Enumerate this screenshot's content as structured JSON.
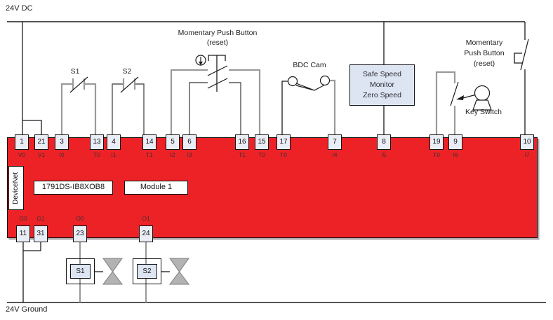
{
  "labels": {
    "rail_top": "24V DC",
    "rail_bottom": "24V Ground"
  },
  "module": {
    "network": "DeviceNet",
    "part_number": "1791DS-IB8XOB8",
    "name": "Module 1"
  },
  "top_terminals": [
    {
      "num": "1",
      "pin": "V0"
    },
    {
      "num": "21",
      "pin": "V1"
    },
    {
      "num": "3",
      "pin": "I0"
    },
    {
      "num": "13",
      "pin": "T0"
    },
    {
      "num": "4",
      "pin": "I1"
    },
    {
      "num": "14",
      "pin": "T1"
    },
    {
      "num": "5",
      "pin": "I2"
    },
    {
      "num": "6",
      "pin": "I3"
    },
    {
      "num": "16",
      "pin": "T1"
    },
    {
      "num": "15",
      "pin": "T0"
    },
    {
      "num": "17",
      "pin": "T0"
    },
    {
      "num": "7",
      "pin": "I4"
    },
    {
      "num": "8",
      "pin": "I5"
    },
    {
      "num": "19",
      "pin": "T0"
    },
    {
      "num": "9",
      "pin": "I6"
    },
    {
      "num": "10",
      "pin": "I7"
    }
  ],
  "bottom_terminals": [
    {
      "num": "11",
      "pin": "G0"
    },
    {
      "num": "31",
      "pin": "G1"
    },
    {
      "num": "23",
      "pin": "O0"
    },
    {
      "num": "24",
      "pin": "O1"
    }
  ],
  "components": {
    "switch1": "S1",
    "switch2": "S2",
    "reset_center_line1": "Momentary Push Button",
    "reset_center_line2": "(reset)",
    "bdc_cam": "BDC Cam",
    "safe_speed_line1": "Safe Speed",
    "safe_speed_line2": "Monitor",
    "safe_speed_line3": "Zero Speed",
    "reset_right_line1": "Momentary",
    "reset_right_line2": "Push Button",
    "reset_right_line3": "(reset)",
    "key_switch": "Key Switch",
    "actuator1": "S1",
    "actuator2": "S2"
  },
  "colors": {
    "module_red": "#ed2227",
    "terminal_fill": "#e9edf5",
    "info_box_fill": "#dde5f2",
    "wire_gray": "#9a9a9a",
    "wire_black": "#1a1a1a",
    "valve_gray": "#b3b3b3"
  }
}
